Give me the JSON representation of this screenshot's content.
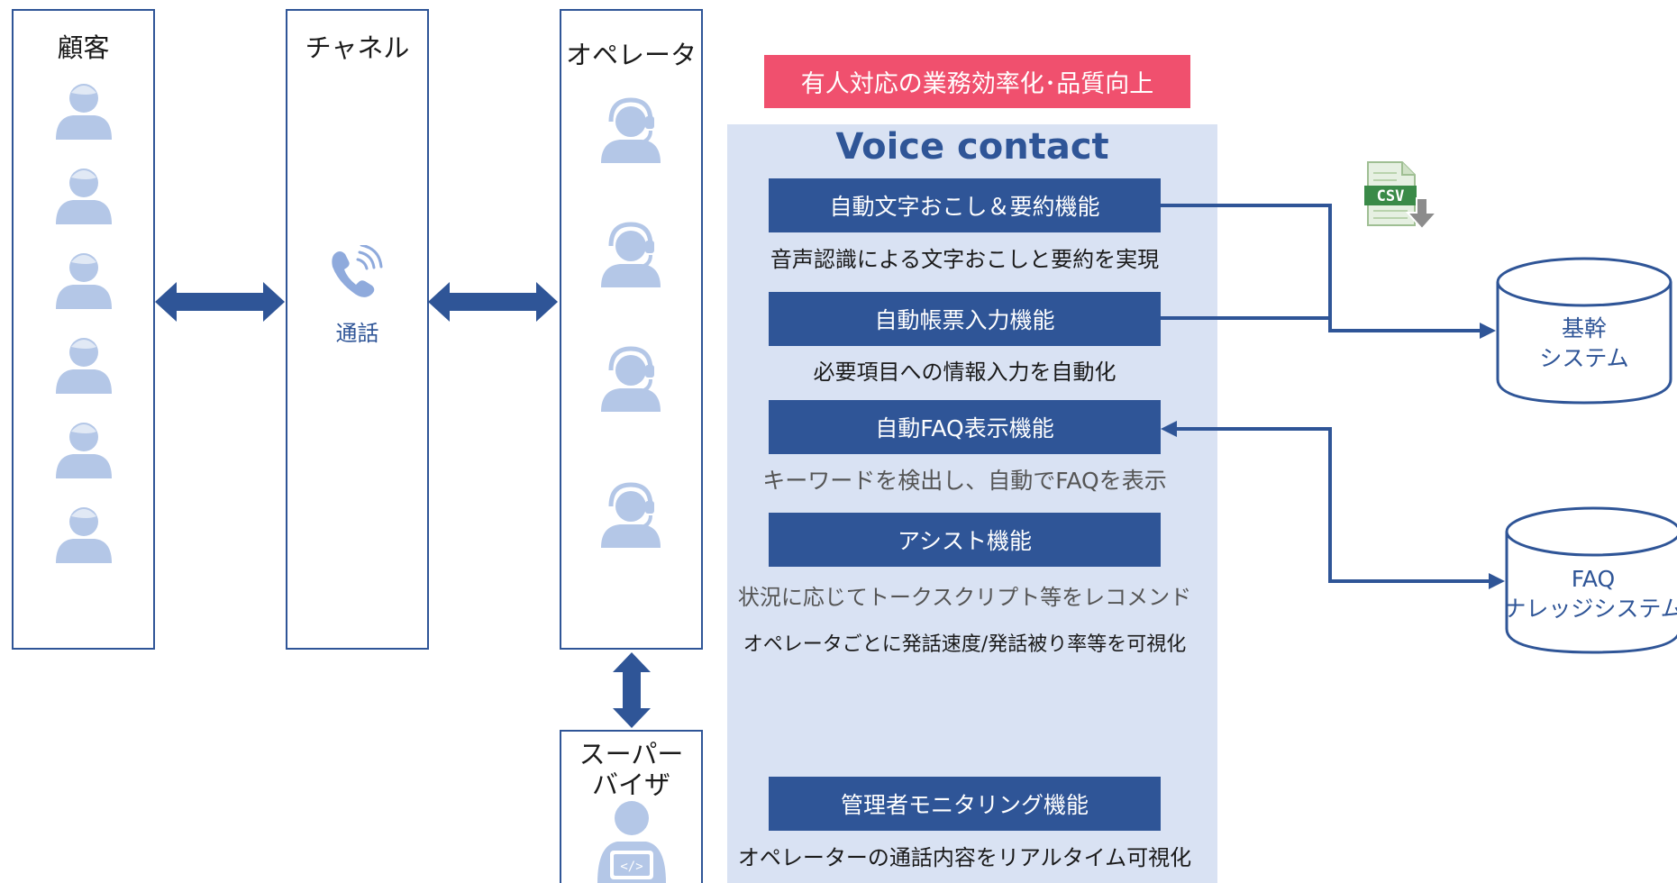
{
  "columns": {
    "customer": "顧客",
    "channel": "チャネル",
    "channel_call": "通話",
    "operator": "オペレータ",
    "supervisor": "スーパー\nバイザ"
  },
  "banner": "有人対応の業務効率化･品質向上",
  "panel": {
    "title": "Voice contact",
    "functions": [
      {
        "label": "自動文字おこし＆要約機能",
        "desc": "音声認識による文字おこしと要約を実現"
      },
      {
        "label": "自動帳票入力機能",
        "desc": "必要項目への情報入力を自動化"
      },
      {
        "label": "自動FAQ表示機能",
        "desc": "キーワードを検出し、自動でFAQを表示"
      },
      {
        "label": "アシスト機能",
        "desc": "状況に応じてトークスクリプト等をレコメンド"
      },
      {
        "label": "管理者モニタリング機能",
        "desc": "オペレーターの通話内容をリアルタイム可視化"
      }
    ],
    "extra_desc": "オペレータごとに発話速度/発話被り率等を可視化"
  },
  "csv_icon_text": "CSV",
  "systems": {
    "core": {
      "line1": "基幹",
      "line2": "システム"
    },
    "faq": {
      "line1": "FAQ",
      "line2": "ナレッジシステム"
    }
  },
  "colors": {
    "navy": "#2f5597",
    "panel": "#d9e2f3",
    "banner": "#f0506e",
    "person": "#b4c7e7",
    "csv_green": "#3a8a48"
  }
}
